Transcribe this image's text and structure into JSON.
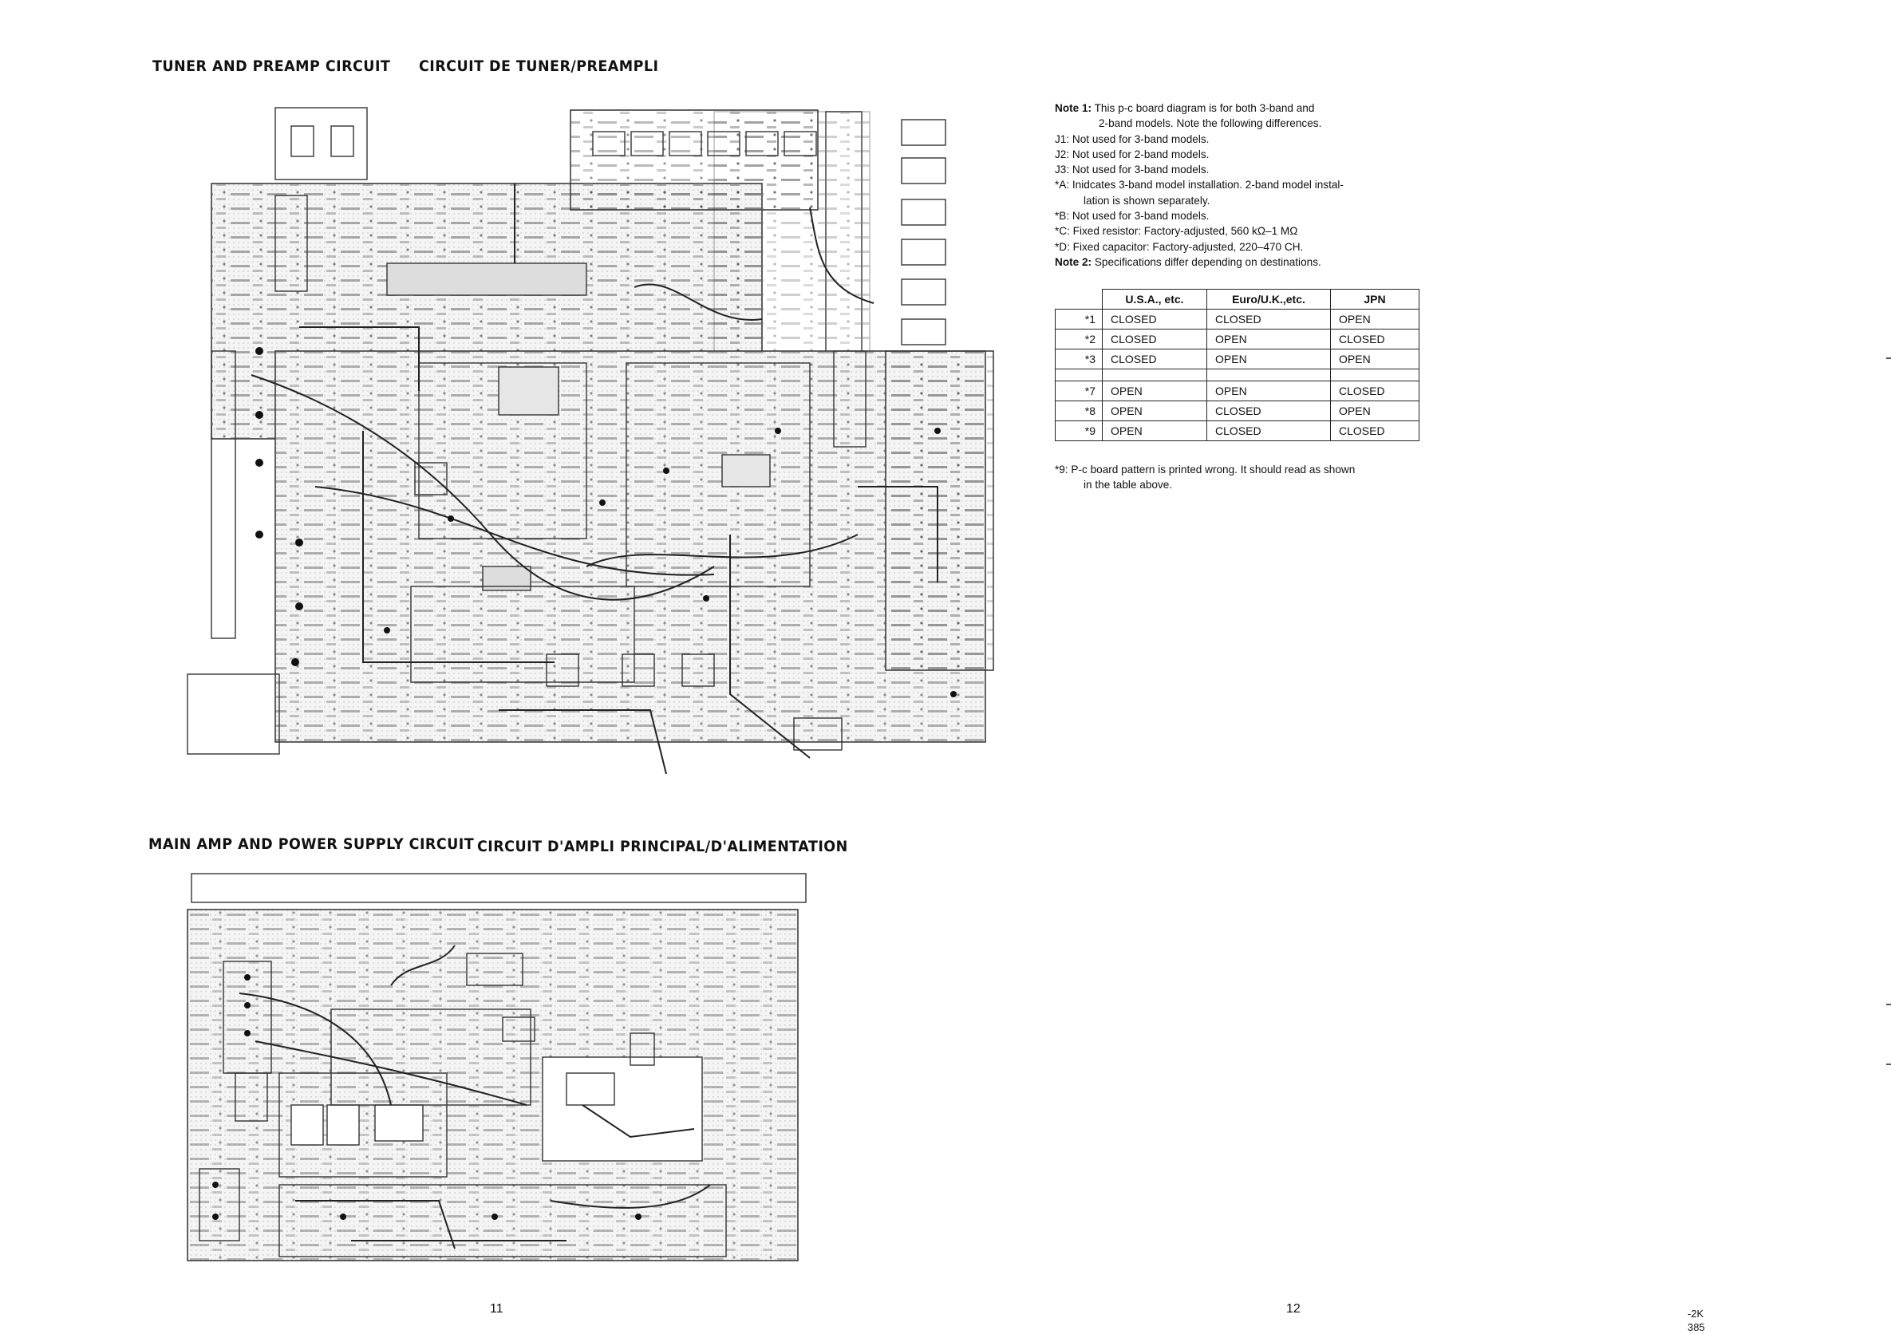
{
  "headings": {
    "tuner_en": "TUNER AND PREAMP CIRCUIT",
    "tuner_fr": "CIRCUIT DE TUNER/PREAMPLI",
    "mainamp_en": "MAIN AMP AND POWER SUPPLY CIRCUIT",
    "mainamp_fr": "CIRCUIT D'AMPLI PRINCIPAL/D'ALIMENTATION"
  },
  "notes": {
    "note1_label": "Note 1:",
    "note1_text": "This p-c board diagram is for both 3-band and",
    "note1_cont": "2-band models. Note the following differences.",
    "j1": "J1:   Not used for 3-band models.",
    "j2": "J2:   Not used for 2-band models.",
    "j3": "J3:   Not used for 3-band models.",
    "a1": "*A:   Inidcates 3-band model installation. 2-band model instal-",
    "a2": "lation is shown separately.",
    "b": "*B:   Not used for 3-band models.",
    "c": "*C:   Fixed resistor: Factory-adjusted, 560 kΩ–1 MΩ",
    "d": "*D:   Fixed capacitor: Factory-adjusted, 220–470 CH.",
    "note2_label": "Note 2:",
    "note2_text": "Specifications differ depending on destinations."
  },
  "spec_table": {
    "headers": [
      "U.S.A., etc.",
      "Euro/U.K.,etc.",
      "JPN"
    ],
    "group1": [
      {
        "mark": "*1",
        "usa": "CLOSED",
        "euro": "CLOSED",
        "jpn": "OPEN"
      },
      {
        "mark": "*2",
        "usa": "CLOSED",
        "euro": "OPEN",
        "jpn": "CLOSED"
      },
      {
        "mark": "*3",
        "usa": "CLOSED",
        "euro": "OPEN",
        "jpn": "OPEN"
      }
    ],
    "group2": [
      {
        "mark": "*7",
        "usa": "OPEN",
        "euro": "OPEN",
        "jpn": "CLOSED"
      },
      {
        "mark": "*8",
        "usa": "OPEN",
        "euro": "CLOSED",
        "jpn": "OPEN"
      },
      {
        "mark": "*9",
        "usa": "OPEN",
        "euro": "CLOSED",
        "jpn": "CLOSED"
      }
    ]
  },
  "footnote": {
    "line1": "*9:   P-c board pattern is printed wrong. It should read as shown",
    "line2": "in the table above."
  },
  "page_numbers": {
    "left": "11",
    "right": "12"
  },
  "corner": {
    "line1": "-2K",
    "line2": "385"
  }
}
